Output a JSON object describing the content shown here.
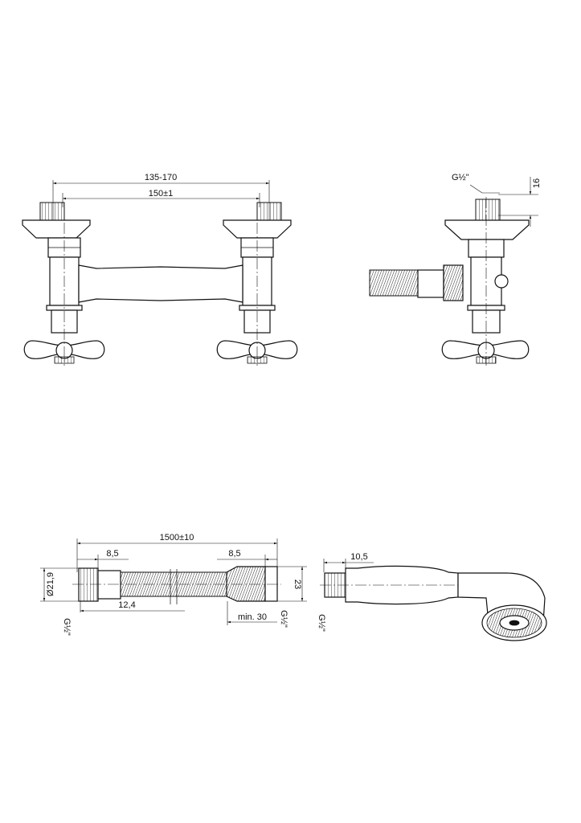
{
  "top_front_view": {
    "dim_outer": "135-170",
    "dim_inner": "150±1"
  },
  "top_side_view": {
    "thread_label": "G½\"",
    "height_label": "16"
  },
  "hose_view": {
    "length": "1500±10",
    "left_nut": "8,5",
    "right_nut": "8,5",
    "diameter": "Ø21,9",
    "offset": "12,4",
    "min_length": "min. 30",
    "height": "23",
    "thread_left": "G½\"",
    "thread_right": "G½\""
  },
  "handshower_view": {
    "thread_length": "10,5",
    "thread_label": "G½\""
  }
}
